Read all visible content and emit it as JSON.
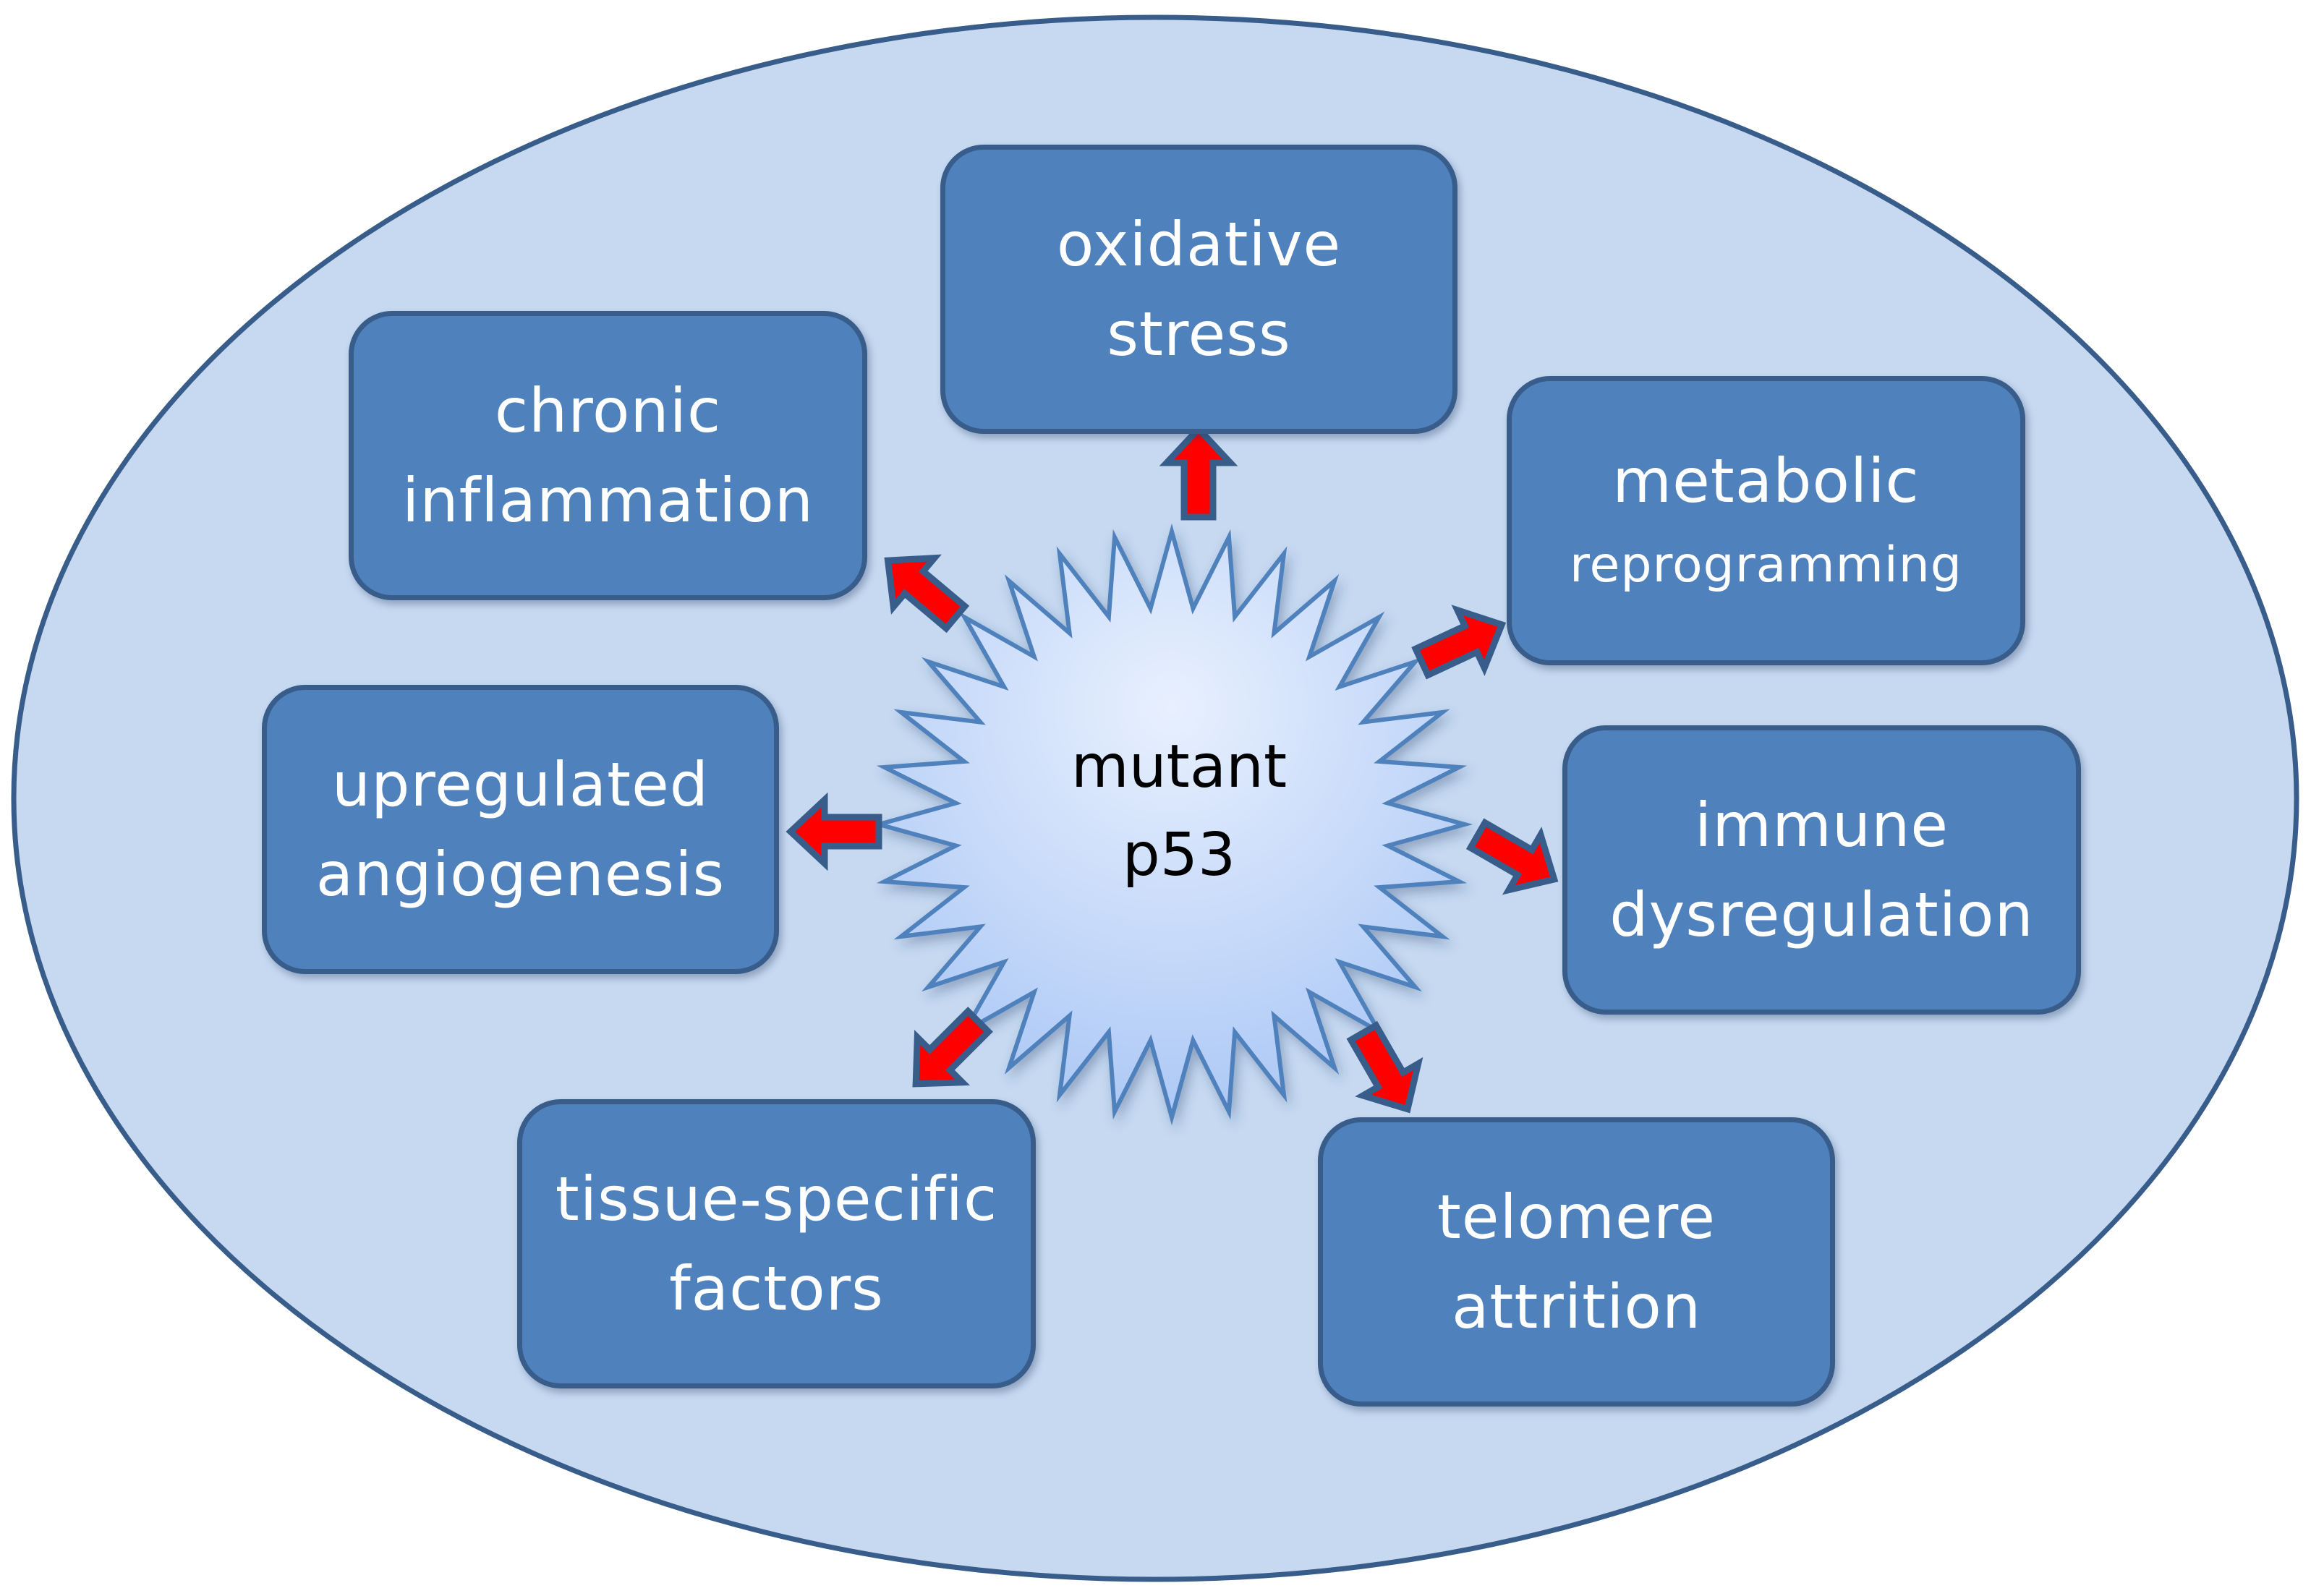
{
  "diagram": {
    "title": "mutant p53 effects",
    "center": {
      "lines": [
        "mutant",
        "p53"
      ]
    },
    "nodes": [
      {
        "id": "oxidative-stress",
        "lines": [
          "oxidative",
          "stress"
        ]
      },
      {
        "id": "metabolic-reprogramming",
        "lines": [
          "metabolic",
          "reprogramming"
        ]
      },
      {
        "id": "immune-dysregulation",
        "lines": [
          "immune",
          "dysregulation"
        ]
      },
      {
        "id": "telomere-attrition",
        "lines": [
          "telomere",
          "attrition"
        ]
      },
      {
        "id": "tissue-specific-factors",
        "lines": [
          "tissue-specific",
          "factors"
        ]
      },
      {
        "id": "upregulated-angiogenesis",
        "lines": [
          "upregulated",
          "angiogenesis"
        ]
      },
      {
        "id": "chronic-inflammation",
        "lines": [
          "chronic",
          "inflammation"
        ]
      }
    ],
    "edges": [
      {
        "from": "mutant-p53",
        "to": "oxidative-stress"
      },
      {
        "from": "mutant-p53",
        "to": "metabolic-reprogramming"
      },
      {
        "from": "mutant-p53",
        "to": "immune-dysregulation"
      },
      {
        "from": "mutant-p53",
        "to": "telomere-attrition"
      },
      {
        "from": "mutant-p53",
        "to": "tissue-specific-factors"
      },
      {
        "from": "mutant-p53",
        "to": "upregulated-angiogenesis"
      },
      {
        "from": "mutant-p53",
        "to": "chronic-inflammation"
      }
    ]
  },
  "colors": {
    "cell_fill": "#c6d9f1",
    "cell_border": "#385d8a",
    "box_fill": "#4f81bd",
    "box_border": "#385d8a",
    "box_text": "#ffffff",
    "star_fill_top": "#e2ecfd",
    "star_fill_bottom": "#b0cbf7",
    "star_border": "#4f81bd",
    "arrow_fill": "#ff0000",
    "arrow_border": "#385d8a",
    "center_text": "#000000"
  }
}
